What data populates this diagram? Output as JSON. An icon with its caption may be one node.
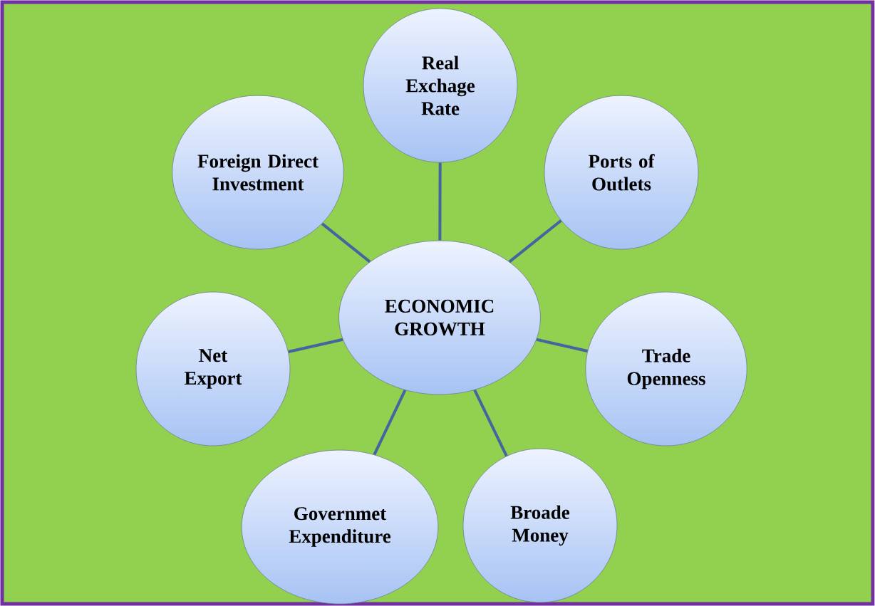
{
  "diagram": {
    "nodes": [
      {
        "text": [
          "ECONOMIC GROWTH"
        ]
      },
      {
        "text": [
          "Real Exchage Rate"
        ]
      },
      {
        "text": [
          "Ports of Outlets"
        ]
      },
      {
        "text": [
          "Trade Openness"
        ]
      },
      {
        "text": [
          "Broade Money"
        ]
      },
      {
        "text": [
          "Governmet Expenditure"
        ]
      },
      {
        "text": [
          "Net Export"
        ]
      },
      {
        "text": [
          "Foreign Direct Investment"
        ]
      }
    ],
    "edges": [
      {
        "from": 0,
        "to": 1,
        "arrow": "none"
      },
      {
        "from": 0,
        "to": 2,
        "arrow": "none"
      },
      {
        "from": 0,
        "to": 3,
        "arrow": "none"
      },
      {
        "from": 0,
        "to": 4,
        "arrow": "none"
      },
      {
        "from": 0,
        "to": 5,
        "arrow": "none"
      },
      {
        "from": 0,
        "to": 6,
        "arrow": "none"
      },
      {
        "from": 0,
        "to": 7,
        "arrow": "none"
      }
    ]
  }
}
